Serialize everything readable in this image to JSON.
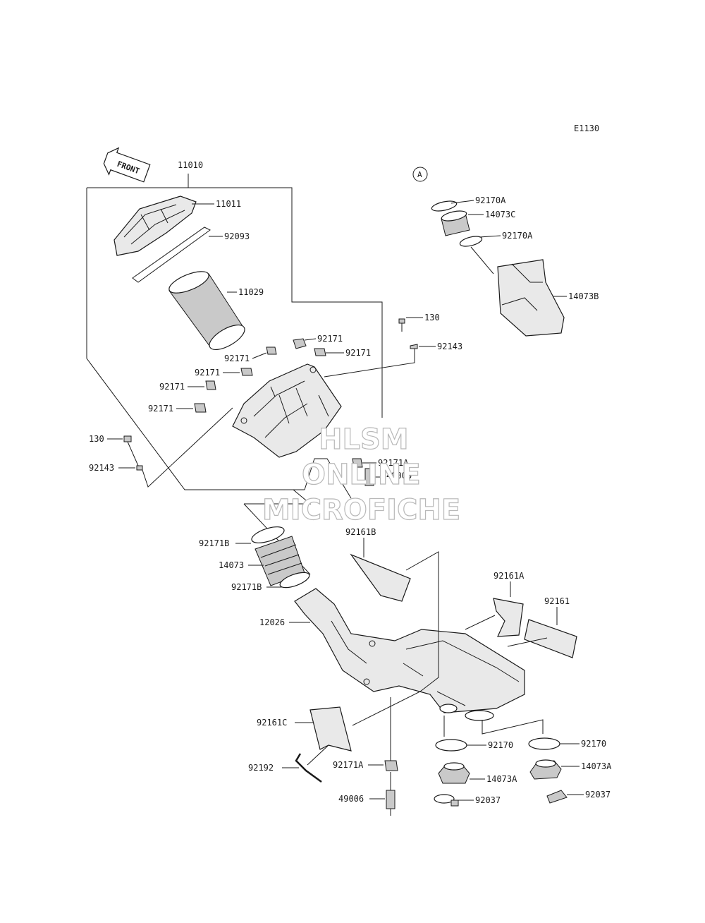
{
  "diagram_code": "E1130",
  "front_arrow": {
    "text": "FRONT"
  },
  "ref_marker": "A",
  "watermark": {
    "line1": "HLSM",
    "line2": "ONLINE",
    "line3": "MICROFICHE"
  },
  "labels": {
    "11010": "11010",
    "11011": "11011",
    "92093": "92093",
    "11029": "11029",
    "92171_a": "92171",
    "92171_b": "92171",
    "92171_c": "92171",
    "92171_d": "92171",
    "92171_e": "92171",
    "92171_f": "92171",
    "130_right": "130",
    "92143_right": "92143",
    "130_left": "130",
    "92143_left": "92143",
    "92171A_top": "92171A",
    "49006_top": "49006",
    "92170A_1": "92170A",
    "14073C": "14073C",
    "92170A_2": "92170A",
    "14073B": "14073B",
    "92171B_1": "92171B",
    "14073": "14073",
    "92171B_2": "92171B",
    "12026": "12026",
    "92161B": "92161B",
    "92161A": "92161A",
    "92161": "92161",
    "92161C": "92161C",
    "92192": "92192",
    "92171A_bottom": "92171A",
    "49006_bottom": "49006",
    "92170_1": "92170",
    "14073A_1": "14073A",
    "92037_1": "92037",
    "92170_2": "92170",
    "14073A_2": "14073A",
    "92037_2": "92037"
  }
}
